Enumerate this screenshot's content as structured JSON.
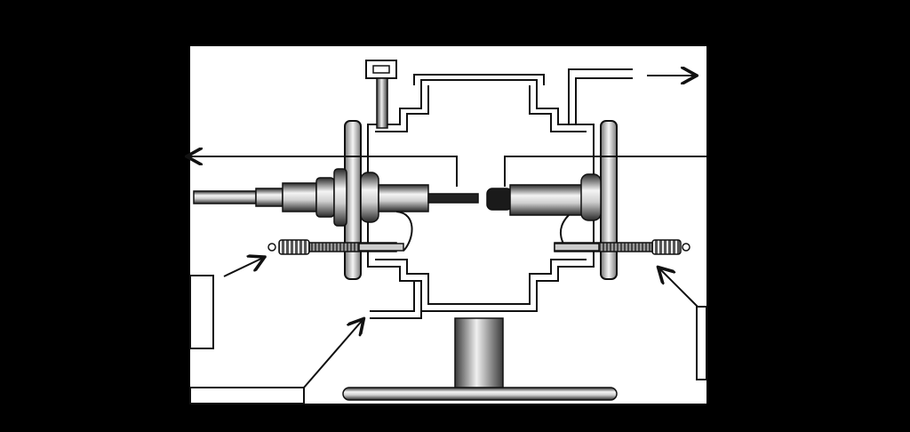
{
  "figure": {
    "background": "#000000",
    "panel_color": "#ffffff",
    "stroke_color": "#111111",
    "metal_light": "#f2f2f2",
    "metal_dark": "#3a3a3a"
  },
  "parts": {
    "chamber": "cross-shaped-chamber",
    "left_electrode": "left-electrode-assembly",
    "right_electrode": "right-electrode-assembly",
    "springs": [
      "left-spring",
      "right-spring"
    ],
    "stand": "pedestal-stand",
    "gauge": "pressure-gauge"
  },
  "callouts": {
    "left_box": "",
    "bottom_box": "",
    "right_box": ""
  }
}
